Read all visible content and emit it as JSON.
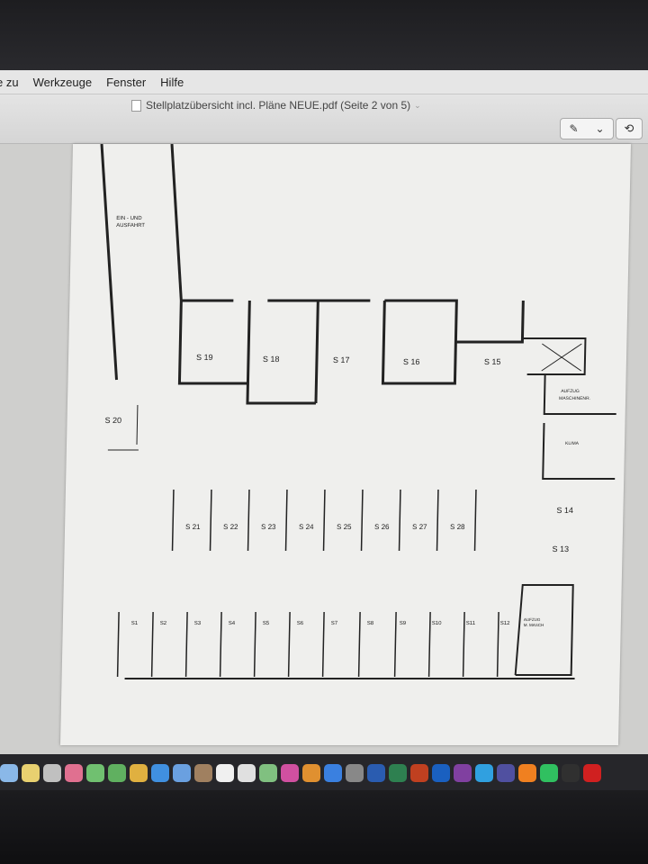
{
  "menubar": {
    "items": [
      "e zu",
      "Werkzeuge",
      "Fenster",
      "Hilfe"
    ]
  },
  "window": {
    "title": "Stellplatzübersicht incl. Pläne NEUE.pdf (Seite 2 von 5)",
    "pen_icon": "pen-icon",
    "rotate_icon": "rotate-icon"
  },
  "plan": {
    "entrance_label": [
      "EIN - UND",
      "AUSFAHRT"
    ],
    "top_spaces": [
      "S 19",
      "S 18",
      "S 17",
      "S 16",
      "S 15"
    ],
    "left_space": "S 20",
    "elevator_label": [
      "AUFZUG",
      "MASCHINENR."
    ],
    "klima_label": "KLIMA",
    "right_spaces": [
      "S 14",
      "S 13"
    ],
    "middle_spaces": [
      "S 21",
      "S 22",
      "S 23",
      "S 24",
      "S 25",
      "S 26",
      "S 27",
      "S 28"
    ],
    "bottom_spaces": [
      "S1",
      "S2",
      "S3",
      "S4",
      "S5",
      "S6",
      "S7",
      "S8",
      "S9",
      "S10",
      "S11",
      "S12"
    ],
    "stair_label": [
      "AUFZUG",
      "M. MASCH"
    ]
  },
  "dock": {
    "icons": [
      "finder-icon",
      "notes-icon",
      "preview-icon",
      "photos-icon",
      "messages-icon",
      "facetime-icon",
      "chrome-icon",
      "safari-icon",
      "mail-icon",
      "contacts-icon",
      "calendar-icon",
      "reminders-icon",
      "maps-icon",
      "itunes-icon",
      "ibooks-icon",
      "appstore-icon",
      "syspref-icon",
      "word-icon",
      "excel-icon",
      "powerpoint-icon",
      "outlook-icon",
      "onenote-icon",
      "skype-icon",
      "teams-icon",
      "vlc-icon",
      "spotify-icon",
      "terminal-icon",
      "sky-icon"
    ],
    "colors": [
      "#8ab8e8",
      "#e8d070",
      "#c0c0c0",
      "#e07090",
      "#70c070",
      "#60b060",
      "#e0b040",
      "#4090e0",
      "#6aa0e0",
      "#a08060",
      "#f0f0f0",
      "#e0e0e0",
      "#80c080",
      "#d050a0",
      "#e09030",
      "#3a80e0",
      "#888888",
      "#2a5cb0",
      "#2e8050",
      "#c04020",
      "#1a60c0",
      "#8040a0",
      "#30a0e0",
      "#5050a0",
      "#f08020",
      "#30c060",
      "#303030",
      "#d02020"
    ]
  }
}
